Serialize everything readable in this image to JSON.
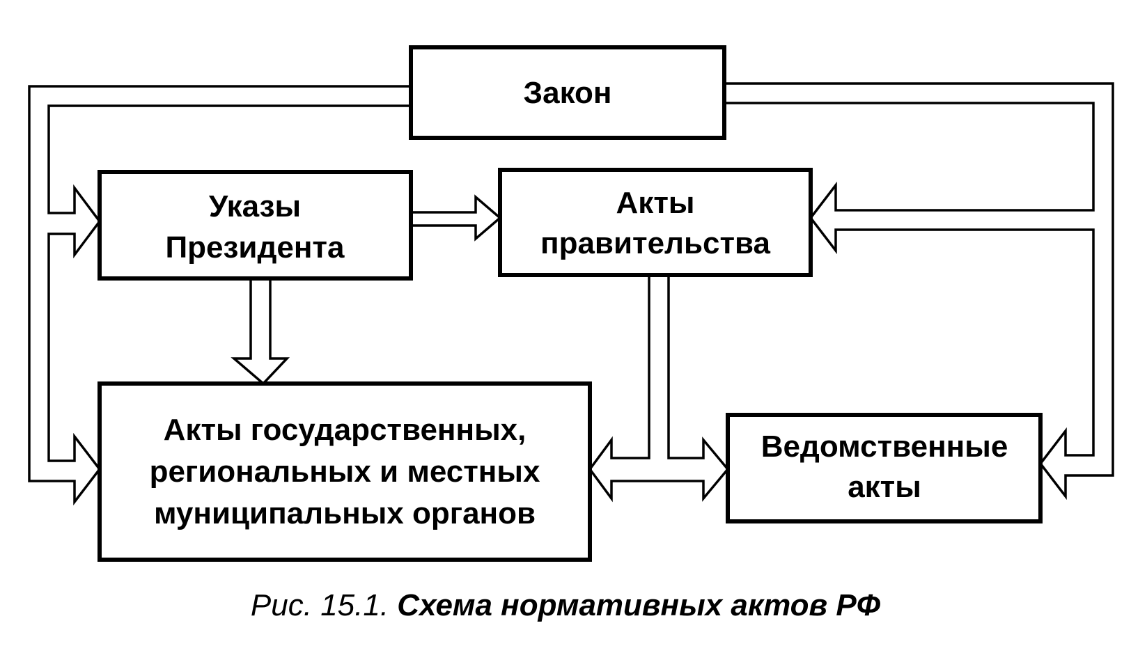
{
  "nodes": {
    "zakon": "Закон",
    "ukazy": [
      "Указы",
      "Президента"
    ],
    "akty_prav": [
      "Акты",
      "правительства"
    ],
    "akty_gos": [
      "Акты государственных,",
      "региональных и местных",
      "муниципальных органов"
    ],
    "vedomstv": [
      "Ведомственные",
      "акты"
    ]
  },
  "caption": {
    "number": "Рис. 15.1.",
    "title": "Схема нормативных актов РФ"
  }
}
